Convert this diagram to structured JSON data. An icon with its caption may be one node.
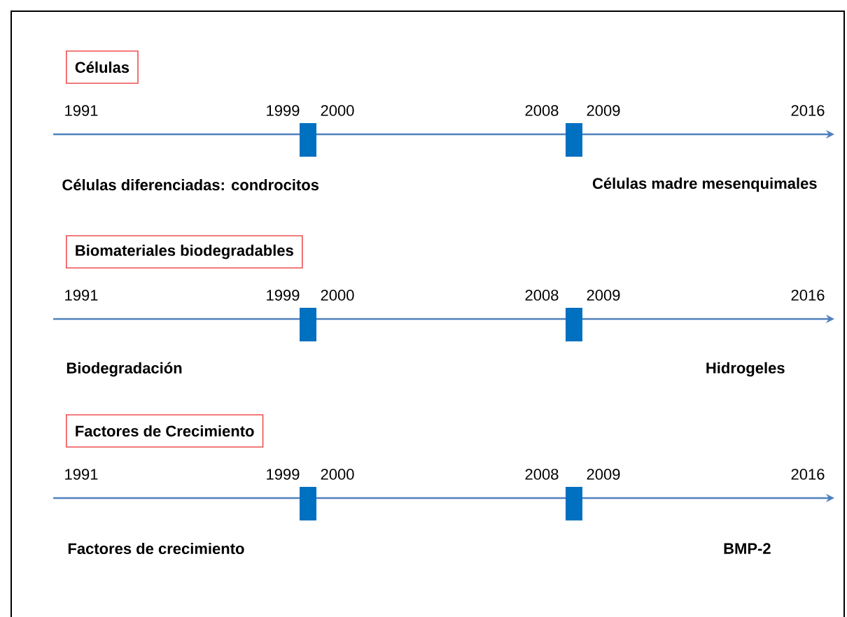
{
  "diagram": {
    "nodes": [
      {
        "text": [
          "Células"
        ]
      },
      {
        "text": [
          "Biomateriales biodegradables"
        ]
      },
      {
        "text": [
          "Factores de Crecimiento"
        ]
      }
    ],
    "labels": [
      "1991",
      "1999",
      "2000",
      "2008",
      "2009",
      "2016",
      "Células diferenciadas: condrocitos",
      "Células madre mesenquimales",
      "1991",
      "1999",
      "2000",
      "2008",
      "2009",
      "2016",
      "Biodegradación",
      "Hidrogeles",
      "1991",
      "1999",
      "2000",
      "2008",
      "2009",
      "2016",
      "Factores de crecimiento",
      "BMP-2"
    ]
  }
}
